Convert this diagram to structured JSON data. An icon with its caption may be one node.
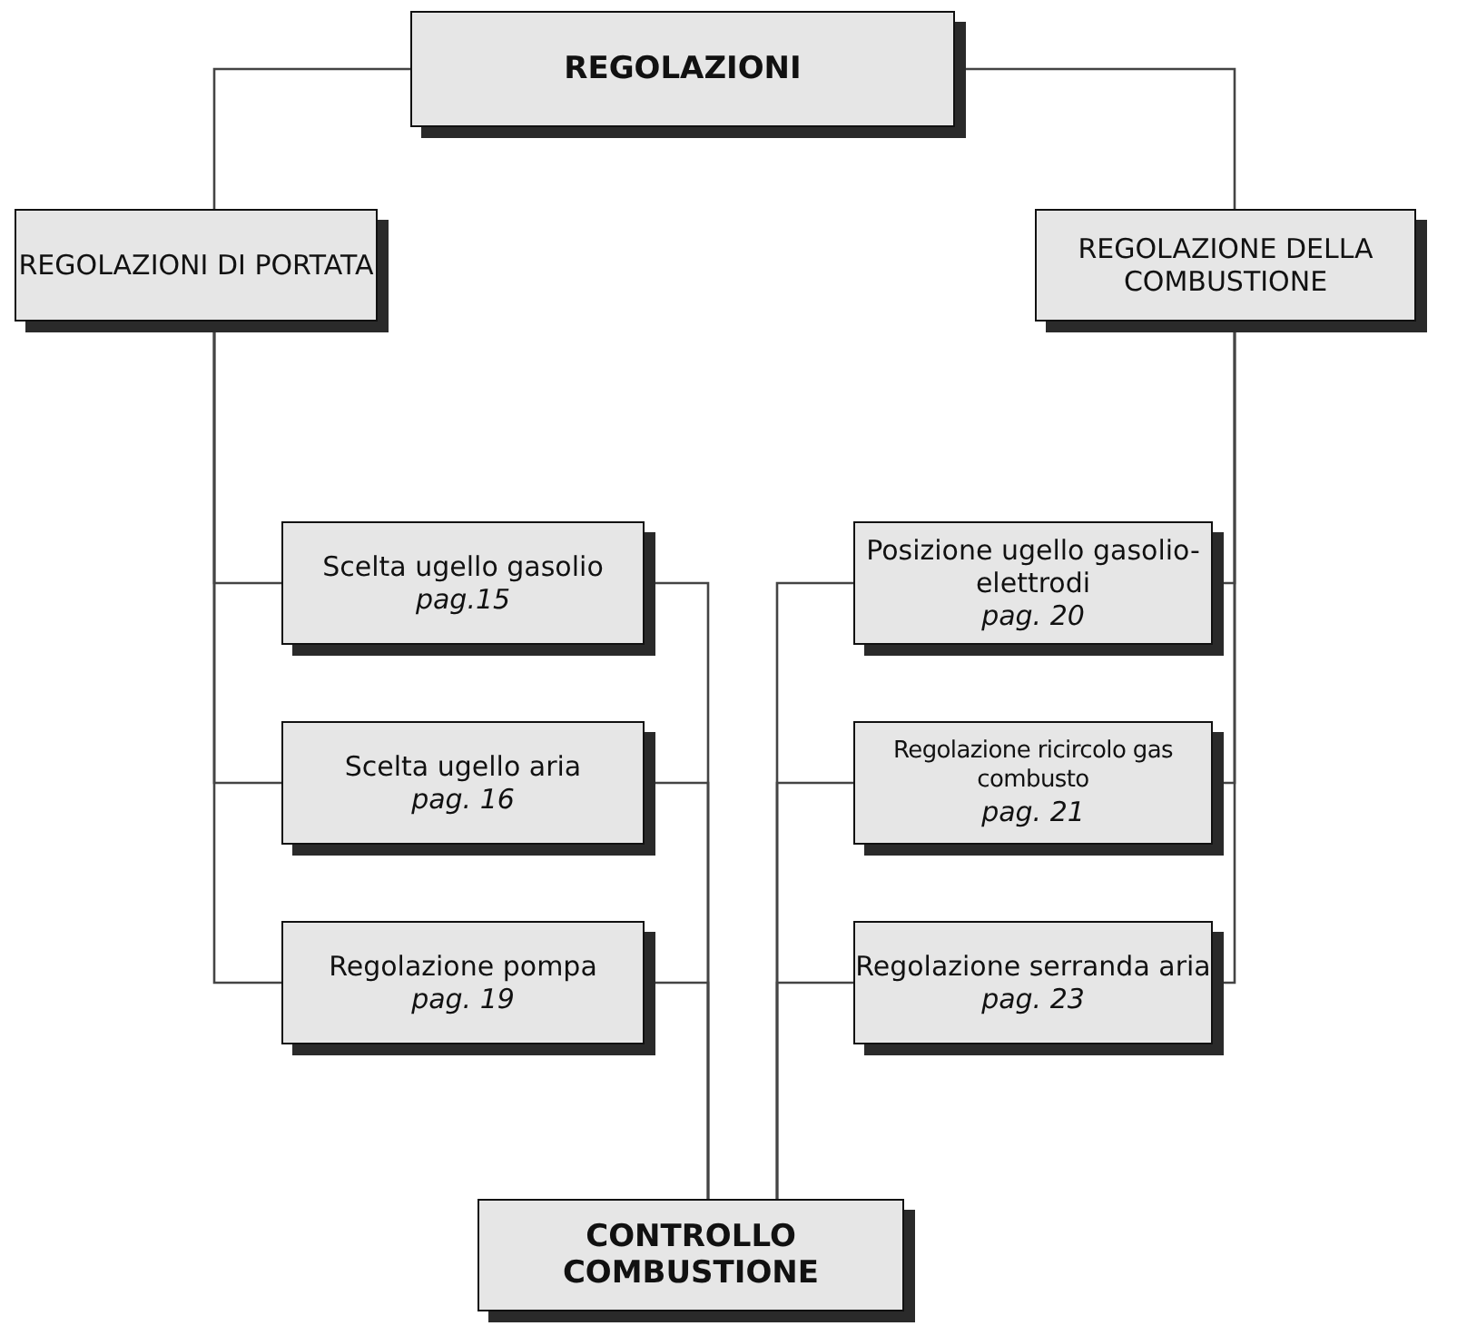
{
  "diagram": {
    "nodes": [
      {
        "text": [
          "REGOLAZIONI"
        ]
      },
      {
        "text": [
          "REGOLAZIONI DI PORTATA"
        ]
      },
      {
        "text": [
          "REGOLAZIONE DELLA COMBUSTIONE"
        ]
      },
      {
        "text": [
          "Scelta ugello gasolio",
          "pag.15"
        ]
      },
      {
        "text": [
          "Scelta ugello aria",
          "pag. 16"
        ]
      },
      {
        "text": [
          "Regolazione pompa",
          "pag. 19"
        ]
      },
      {
        "text": [
          "Posizione ugello gasolio-elettrodi",
          "pag. 20"
        ]
      },
      {
        "text": [
          "Regolazione ricircolo gas combusto",
          "pag. 21"
        ]
      },
      {
        "text": [
          "Regolazione serranda aria",
          "pag. 23"
        ]
      },
      {
        "text": [
          "CONTROLLO COMBUSTIONE"
        ]
      }
    ],
    "edges": [
      {
        "from": 0,
        "to": 1,
        "arrow": "none"
      },
      {
        "from": 0,
        "to": 2,
        "arrow": "none"
      },
      {
        "from": 1,
        "to": 3,
        "arrow": "none"
      },
      {
        "from": 1,
        "to": 4,
        "arrow": "none"
      },
      {
        "from": 1,
        "to": 5,
        "arrow": "none"
      },
      {
        "from": 2,
        "to": 6,
        "arrow": "none"
      },
      {
        "from": 2,
        "to": 7,
        "arrow": "none"
      },
      {
        "from": 2,
        "to": 8,
        "arrow": "none"
      },
      {
        "from": 3,
        "to": 9,
        "arrow": "none"
      },
      {
        "from": 4,
        "to": 9,
        "arrow": "none"
      },
      {
        "from": 5,
        "to": 9,
        "arrow": "none"
      },
      {
        "from": 6,
        "to": 9,
        "arrow": "none"
      },
      {
        "from": 7,
        "to": 9,
        "arrow": "none"
      },
      {
        "from": 8,
        "to": 9,
        "arrow": "none"
      }
    ]
  }
}
